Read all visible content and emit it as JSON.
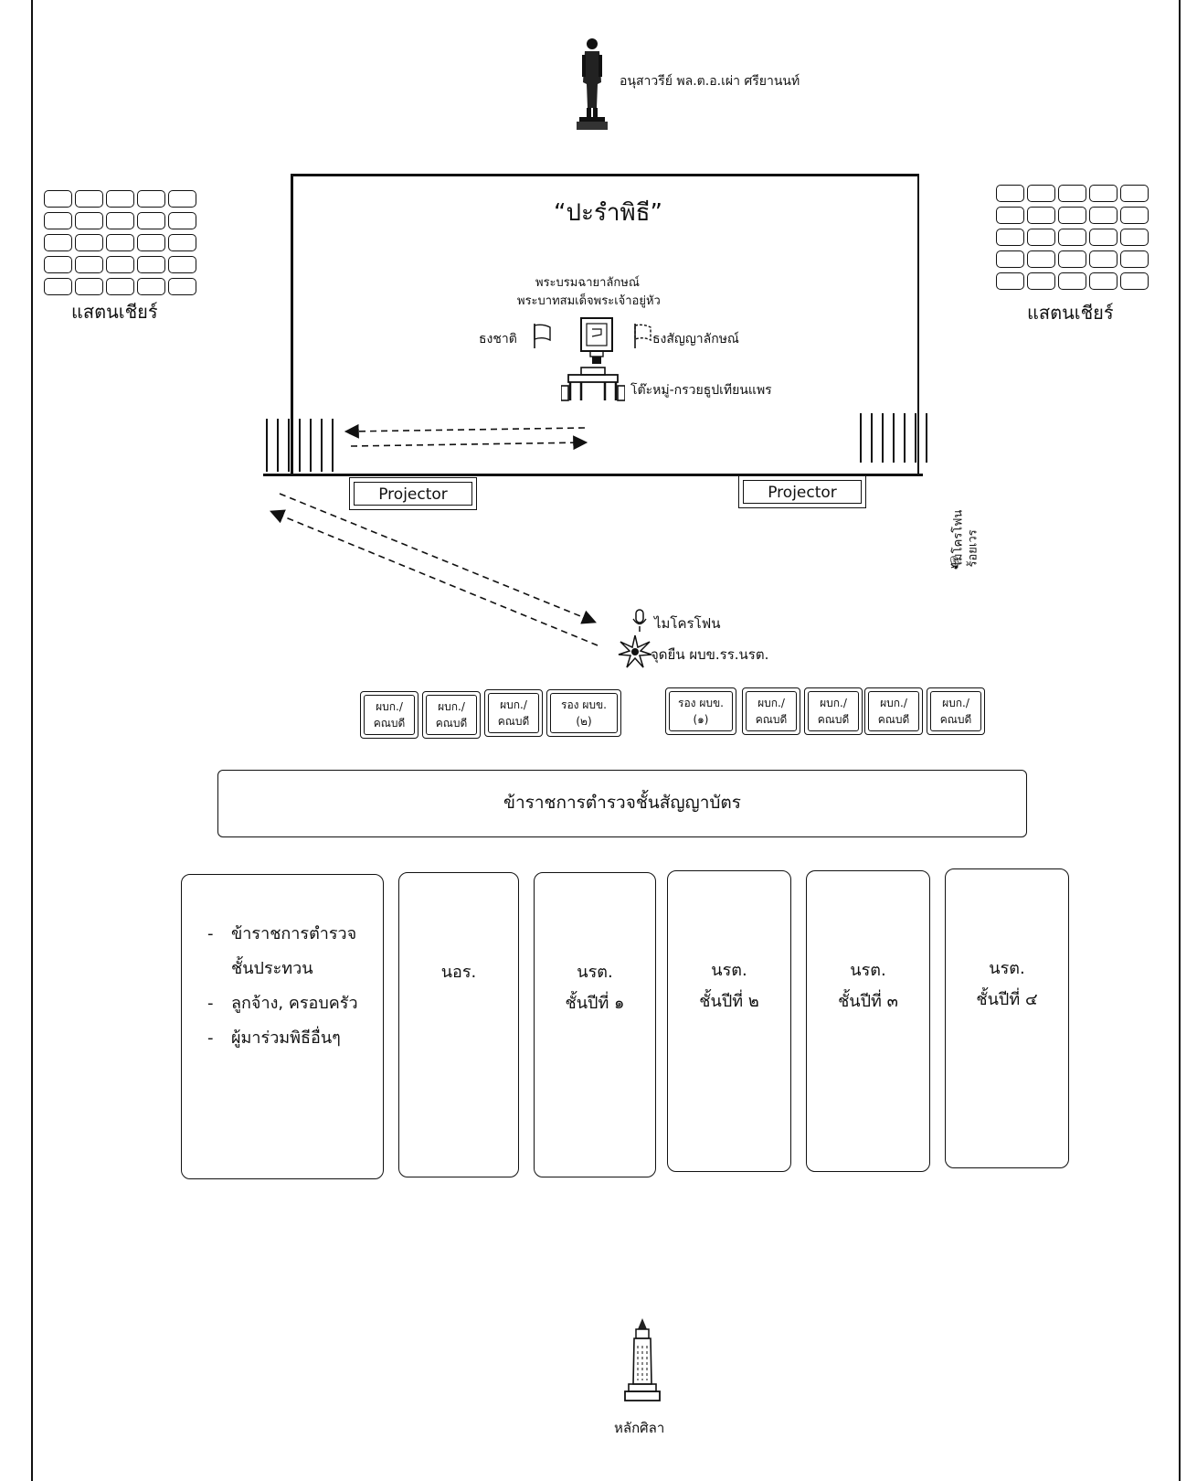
{
  "monument_label": "อนุสาวรีย์ พล.ต.อ.เผ่า ศรียานนท์",
  "stand_label_left": "แสตนเชียร์",
  "stand_label_right": "แสตนเชียร์",
  "stage": {
    "title": "“ปะรำพิธี”",
    "portrait_line1": "พระบรมฉายาลักษณ์",
    "portrait_line2": "พระบาทสมเด็จพระเจ้าอยู่หัว",
    "national_flag": "ธงชาติ",
    "symbol_flag": "ธงสัญญาลักษณ์",
    "altar": "โต๊ะหมู่-กรวยธูปเทียนแพร"
  },
  "projector_left": "Projector",
  "projector_right": "Projector",
  "side_microphone": "ไมโครโฟน",
  "side_officer": "ร้อยเวร",
  "center_microphone": "ไมโครโฟน",
  "standing_point": "จุดยืน ผบข.รร.นรต.",
  "benches_left": [
    "ผบก./\nคณบดี",
    "ผบก./\nคณบดี",
    "ผบก./\nคณบดี",
    "รอง ผบข.\n(๒)"
  ],
  "benches_right": [
    "รอง ผบข.\n(๑)",
    "ผบก./\nคณบดี",
    "ผบก./\nคณบดี",
    "ผบก./\nคณบดี",
    "ผบก./\nคณบดี"
  ],
  "officers_bar": "ข้าราชการตำรวจชั้นสัญญาบัตร",
  "group_misc": [
    "ข้าราชการตำรวจ\nชั้นประทวน",
    "ลูกจ้าง, ครอบครัว",
    "ผู้มาร่วมพิธีอื่นๆ"
  ],
  "group_misc_dash": "-",
  "groups": [
    "นอร.",
    "นรต.\nชั้นปีที่ ๑",
    "นรต.\nชั้นปีที่ ๒",
    "นรต.\nชั้นปีที่ ๓",
    "นรต.\nชั้นปีที่ ๔"
  ],
  "stone_pillar": "หลักศิลา"
}
